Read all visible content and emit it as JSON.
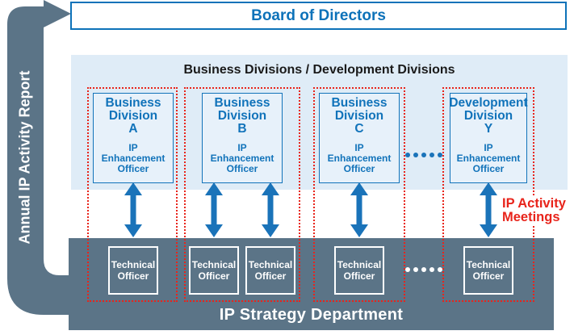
{
  "board": {
    "label": "Board of Directors"
  },
  "annual_report_arrow": {
    "label": "Annual IP Activity Report"
  },
  "divisions_panel": {
    "title": "Business Divisions / Development Divisions",
    "divisions": [
      {
        "name": "Business\nDivision\nA",
        "officer": "IP\nEnhancement\nOfficer"
      },
      {
        "name": "Business\nDivision\nB",
        "officer": "IP\nEnhancement\nOfficer"
      },
      {
        "name": "Business\nDivision\nC",
        "officer": "IP\nEnhancement\nOfficer"
      },
      {
        "name": "Development\nDivision\nY",
        "officer": "IP\nEnhancement\nOfficer"
      }
    ]
  },
  "strategy_department": {
    "title": "IP Strategy Department",
    "technical_officer_label": "Technical\nOfficer"
  },
  "ip_activity_meetings_label": "IP Activity\nMeetings",
  "colors": {
    "accent_blue": "#1173ba",
    "panel_light_blue": "#dfecf7",
    "slate_gray_blue": "#5b7487",
    "alert_red": "#e8241b",
    "title_text_dark": "#1a1a1a"
  }
}
